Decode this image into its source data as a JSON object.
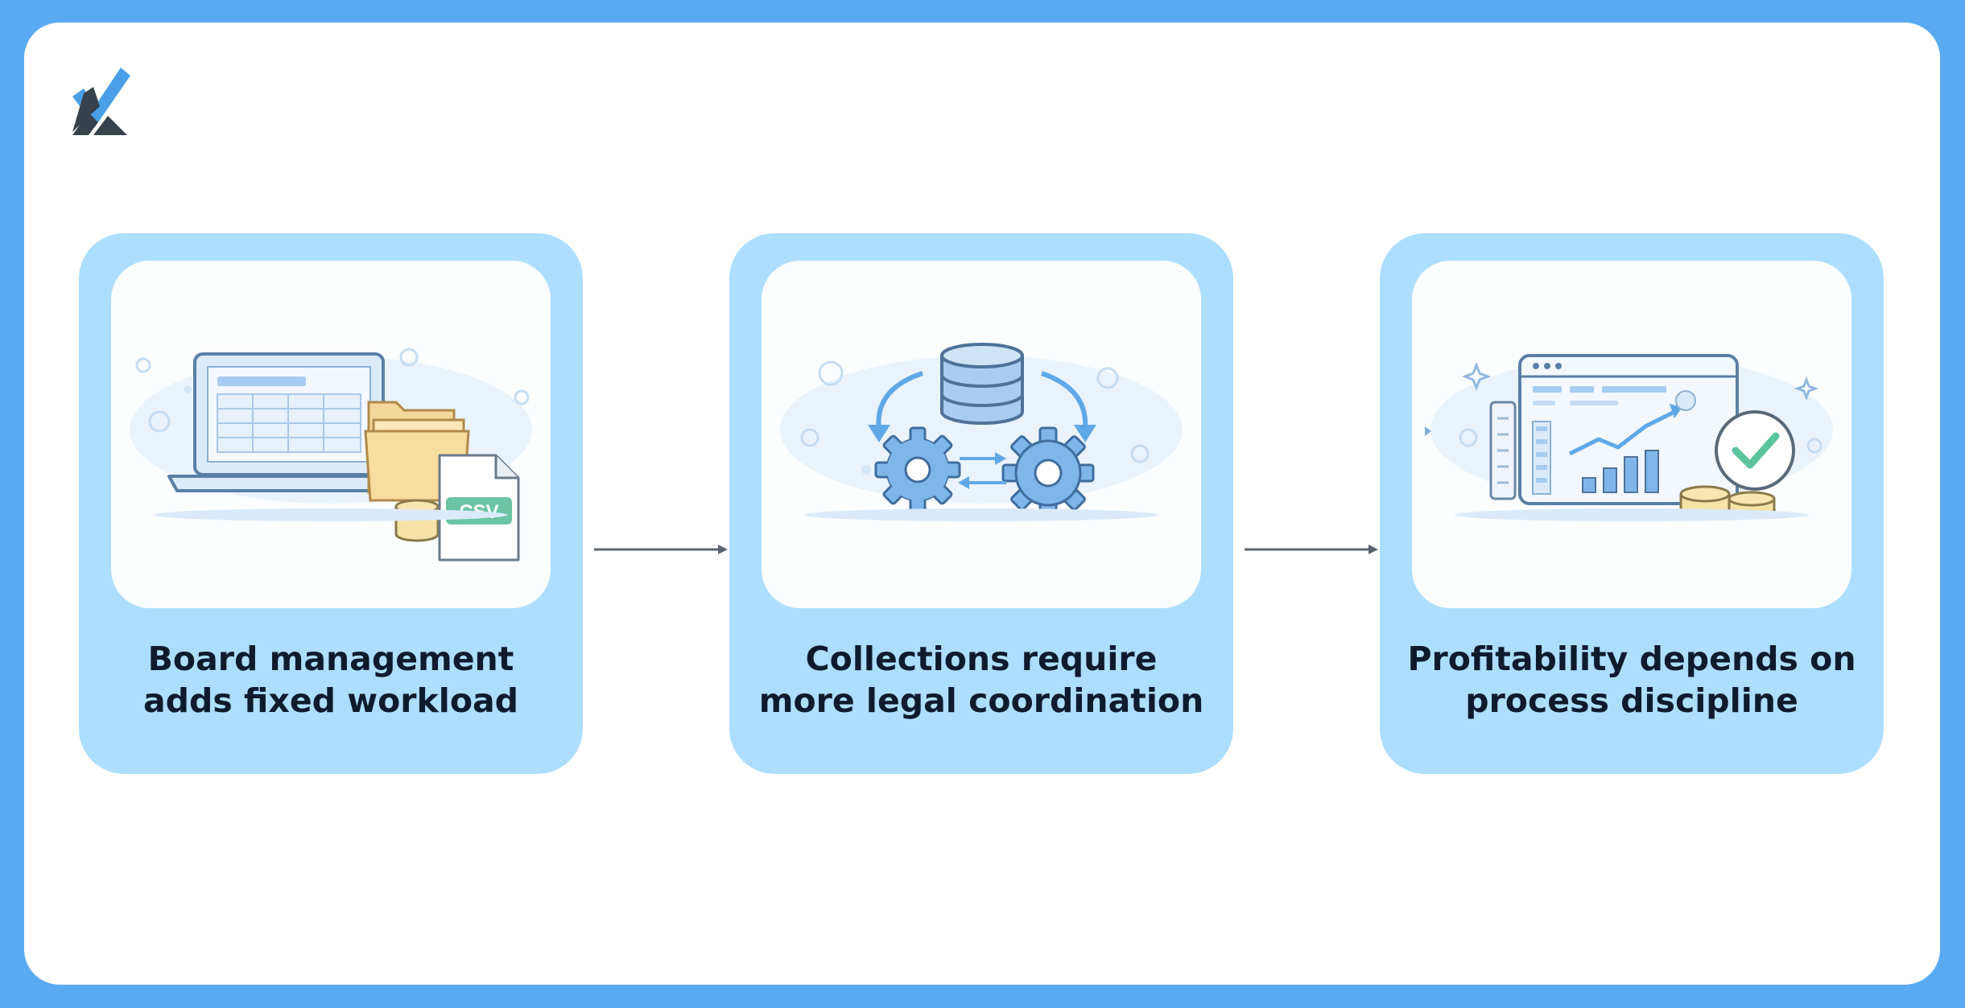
{
  "logo": {
    "icon": "checkmark-x-logo-icon",
    "colors": {
      "check": "#4a9fe6",
      "base": "#37424d"
    }
  },
  "steps": [
    {
      "icon": "laptop-folder-csv-icon",
      "badge": "CSV",
      "caption": [
        "Board management",
        "adds fixed workload"
      ]
    },
    {
      "icon": "database-gears-sync-icon",
      "caption": [
        "Collections require",
        "more legal coordination"
      ]
    },
    {
      "icon": "dashboard-growth-check-icon",
      "caption": [
        "Profitability depends on",
        "process discipline"
      ]
    }
  ],
  "connectors": [
    {
      "icon": "right-arrow-icon"
    },
    {
      "icon": "right-arrow-icon"
    }
  ],
  "colors": {
    "frame": "#5aaaf2",
    "card": "#addeff",
    "panel": "#fbfdff",
    "caption_text": "#0f1b2d",
    "connector": "#5a6470"
  }
}
